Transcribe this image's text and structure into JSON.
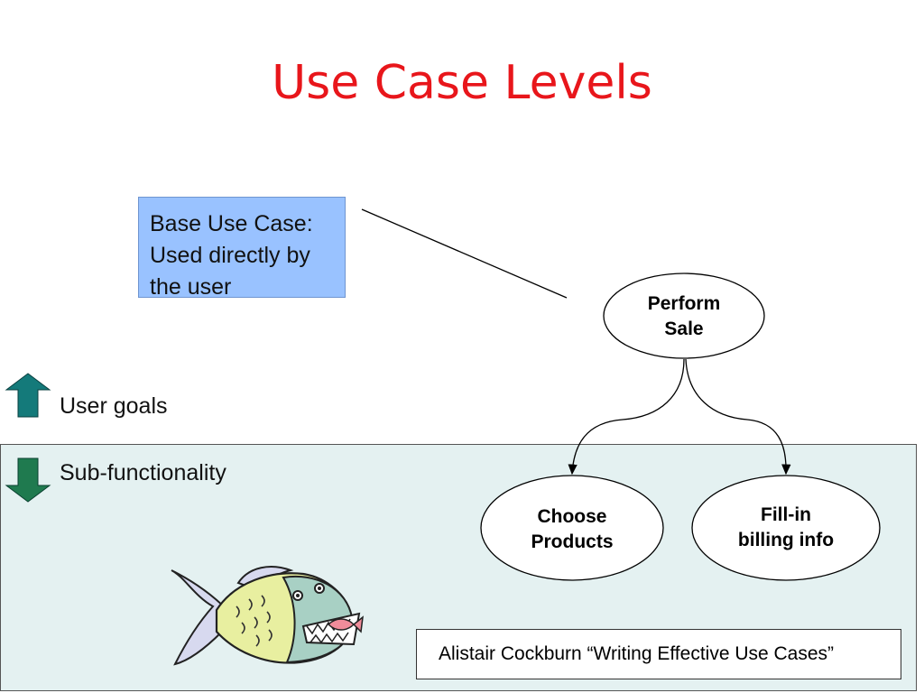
{
  "slide": {
    "title": "Use Case Levels",
    "title_color": "#e8161b"
  },
  "callout": {
    "line1": "Base Use Case:",
    "line2": "Used directly by",
    "line3": "the user",
    "fill_color": "#99c2ff"
  },
  "levels": {
    "user_goals_label": "User goals",
    "sub_functionality_label": "Sub-functionality",
    "arrow_up_color": "#147a7a",
    "arrow_down_color": "#1f7a4f"
  },
  "nodes": {
    "perform_sale": [
      "Perform",
      "Sale"
    ],
    "choose_products": [
      "Choose",
      "Products"
    ],
    "fill_in_billing": [
      "Fill-in",
      "billing info"
    ]
  },
  "citation": "Alistair Cockburn “Writing Effective Use Cases”",
  "icons": [
    "arrow-up-icon",
    "arrow-down-icon",
    "piranha-fish-icon"
  ]
}
